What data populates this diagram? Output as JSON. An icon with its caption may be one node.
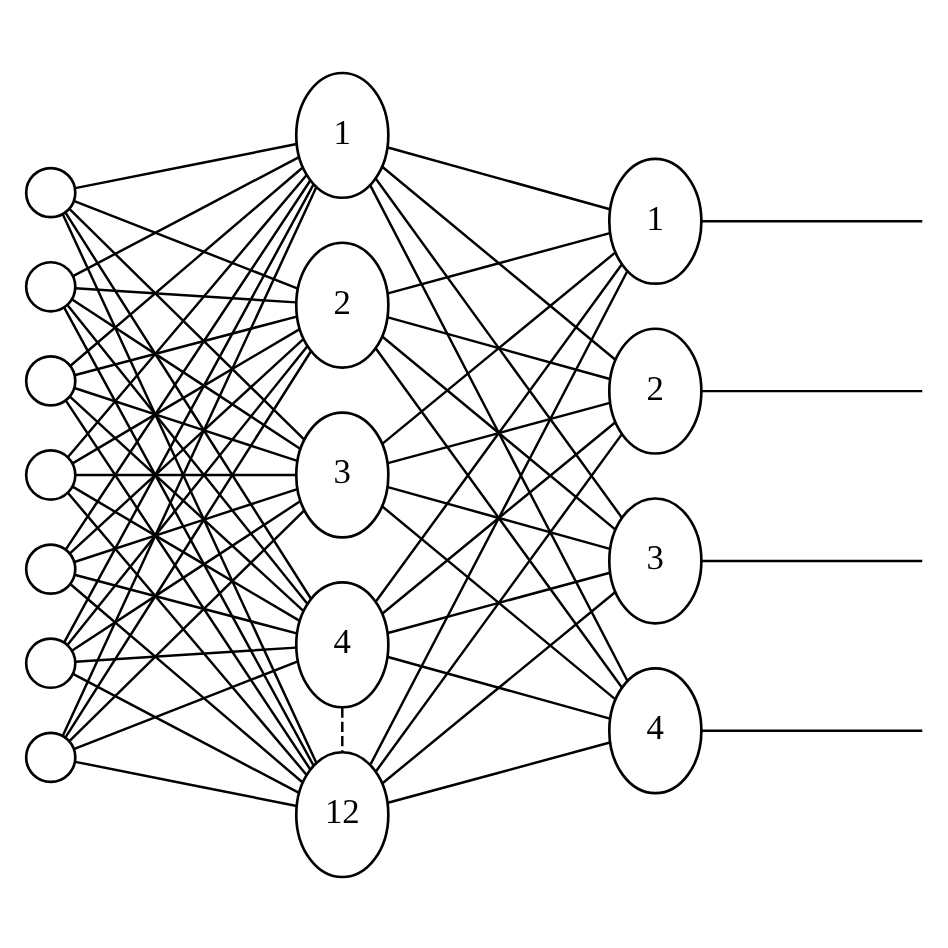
{
  "diagram": {
    "nodes": [
      {
        "text": [],
        "shape": "circle"
      },
      {
        "text": [],
        "shape": "circle"
      },
      {
        "text": [],
        "shape": "circle"
      },
      {
        "text": [],
        "shape": "circle"
      },
      {
        "text": [],
        "shape": "circle"
      },
      {
        "text": [],
        "shape": "circle"
      },
      {
        "text": [],
        "shape": "circle"
      },
      {
        "text": [
          "1"
        ]
      },
      {
        "text": [
          "2"
        ]
      },
      {
        "text": [
          "3"
        ]
      },
      {
        "text": [
          "4"
        ]
      },
      {
        "text": [
          "12"
        ]
      },
      {
        "text": [
          "1"
        ]
      },
      {
        "text": [
          "2"
        ]
      },
      {
        "text": [
          "3"
        ]
      },
      {
        "text": [
          "4"
        ]
      }
    ],
    "edges": [
      {
        "from": 0,
        "to": 7,
        "arrow": "none"
      },
      {
        "from": 0,
        "to": 8,
        "arrow": "none"
      },
      {
        "from": 0,
        "to": 9,
        "arrow": "none"
      },
      {
        "from": 0,
        "to": 10,
        "arrow": "none"
      },
      {
        "from": 0,
        "to": 11,
        "arrow": "none"
      },
      {
        "from": 1,
        "to": 7,
        "arrow": "none"
      },
      {
        "from": 1,
        "to": 8,
        "arrow": "none"
      },
      {
        "from": 1,
        "to": 9,
        "arrow": "none"
      },
      {
        "from": 1,
        "to": 10,
        "arrow": "none"
      },
      {
        "from": 1,
        "to": 11,
        "arrow": "none"
      },
      {
        "from": 2,
        "to": 7,
        "arrow": "none"
      },
      {
        "from": 2,
        "to": 8,
        "arrow": "none"
      },
      {
        "from": 2,
        "to": 9,
        "arrow": "none"
      },
      {
        "from": 2,
        "to": 10,
        "arrow": "none"
      },
      {
        "from": 2,
        "to": 11,
        "arrow": "none"
      },
      {
        "from": 3,
        "to": 7,
        "arrow": "none"
      },
      {
        "from": 3,
        "to": 8,
        "arrow": "none"
      },
      {
        "from": 3,
        "to": 9,
        "arrow": "none"
      },
      {
        "from": 3,
        "to": 10,
        "arrow": "none"
      },
      {
        "from": 3,
        "to": 11,
        "arrow": "none"
      },
      {
        "from": 4,
        "to": 7,
        "arrow": "none"
      },
      {
        "from": 4,
        "to": 8,
        "arrow": "none"
      },
      {
        "from": 4,
        "to": 9,
        "arrow": "none"
      },
      {
        "from": 4,
        "to": 10,
        "arrow": "none"
      },
      {
        "from": 4,
        "to": 11,
        "arrow": "none"
      },
      {
        "from": 5,
        "to": 7,
        "arrow": "none"
      },
      {
        "from": 5,
        "to": 8,
        "arrow": "none"
      },
      {
        "from": 5,
        "to": 9,
        "arrow": "none"
      },
      {
        "from": 5,
        "to": 10,
        "arrow": "none"
      },
      {
        "from": 5,
        "to": 11,
        "arrow": "none"
      },
      {
        "from": 6,
        "to": 7,
        "arrow": "none"
      },
      {
        "from": 6,
        "to": 8,
        "arrow": "none"
      },
      {
        "from": 6,
        "to": 9,
        "arrow": "none"
      },
      {
        "from": 6,
        "to": 10,
        "arrow": "none"
      },
      {
        "from": 6,
        "to": 11,
        "arrow": "none"
      },
      {
        "from": 7,
        "to": 12,
        "arrow": "none"
      },
      {
        "from": 7,
        "to": 13,
        "arrow": "none"
      },
      {
        "from": 7,
        "to": 14,
        "arrow": "none"
      },
      {
        "from": 7,
        "to": 15,
        "arrow": "none"
      },
      {
        "from": 8,
        "to": 12,
        "arrow": "none"
      },
      {
        "from": 8,
        "to": 13,
        "arrow": "none"
      },
      {
        "from": 8,
        "to": 14,
        "arrow": "none"
      },
      {
        "from": 8,
        "to": 15,
        "arrow": "none"
      },
      {
        "from": 9,
        "to": 12,
        "arrow": "none"
      },
      {
        "from": 9,
        "to": 13,
        "arrow": "none"
      },
      {
        "from": 9,
        "to": 14,
        "arrow": "none"
      },
      {
        "from": 9,
        "to": 15,
        "arrow": "none"
      },
      {
        "from": 10,
        "to": 12,
        "arrow": "none"
      },
      {
        "from": 10,
        "to": 13,
        "arrow": "none"
      },
      {
        "from": 10,
        "to": 14,
        "arrow": "none"
      },
      {
        "from": 10,
        "to": 15,
        "arrow": "none"
      },
      {
        "from": 11,
        "to": 12,
        "arrow": "none"
      },
      {
        "from": 11,
        "to": 13,
        "arrow": "none"
      },
      {
        "from": 11,
        "to": 14,
        "arrow": "none"
      },
      {
        "from": 11,
        "to": 15,
        "arrow": "none"
      },
      {
        "from": 12,
        "to": null,
        "arrow": "none"
      },
      {
        "from": 13,
        "to": null,
        "arrow": "none"
      },
      {
        "from": 14,
        "to": null,
        "arrow": "none"
      },
      {
        "from": 15,
        "to": null,
        "arrow": "none"
      },
      {
        "from": 10,
        "to": 11,
        "arrow": "none",
        "style": "dashed"
      }
    ]
  }
}
